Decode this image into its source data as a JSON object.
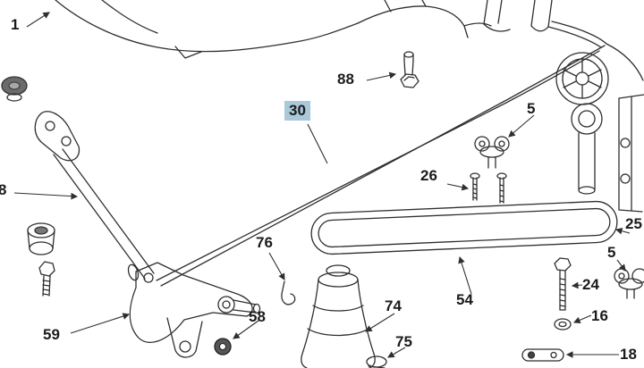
{
  "diagram": {
    "type": "exploded-parts-diagram",
    "background_color": "#ffffff",
    "line_color": "#2f2f2f",
    "highlight_color": "#a9c8da",
    "labels": [
      {
        "text": "1",
        "highlighted": false
      },
      {
        "text": "88",
        "highlighted": false
      },
      {
        "text": "30",
        "highlighted": true
      },
      {
        "text": "5",
        "highlighted": false
      },
      {
        "text": "26",
        "highlighted": false
      },
      {
        "text": "8",
        "highlighted": false
      },
      {
        "text": "76",
        "highlighted": false
      },
      {
        "text": "25",
        "highlighted": false
      },
      {
        "text": "5",
        "highlighted": false
      },
      {
        "text": "54",
        "highlighted": false
      },
      {
        "text": "24",
        "highlighted": false
      },
      {
        "text": "16",
        "highlighted": false
      },
      {
        "text": "74",
        "highlighted": false
      },
      {
        "text": "75",
        "highlighted": false
      },
      {
        "text": "58",
        "highlighted": false
      },
      {
        "text": "59",
        "highlighted": false
      },
      {
        "text": "18",
        "highlighted": false
      }
    ]
  }
}
